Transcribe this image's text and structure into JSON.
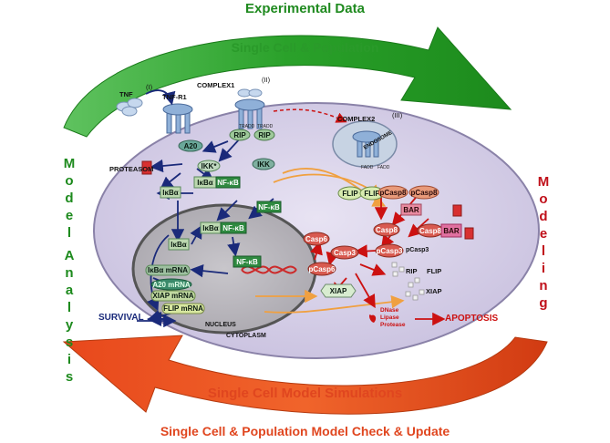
{
  "header": {
    "top": "Experimental Data",
    "sub": "Single Cell & Population"
  },
  "footer": {
    "sims": "Single Cell Model Simulations",
    "check": "Single Cell & Population Model Check & Update"
  },
  "side": {
    "left_words": [
      "Model",
      "Analysis"
    ],
    "right_word": "Modeling"
  },
  "diagram": {
    "roman": [
      "(I)",
      "(II)",
      "(III)"
    ],
    "tnf": "TNF",
    "tnfr1": "TNF-R1",
    "complex1": "COMPLEX1",
    "complex2": "COMPLEX2",
    "endosome": "ENDOSOME",
    "rip": "RIP",
    "tradd": "TRADD",
    "fadd": "FADD",
    "a20": "A20",
    "ikk_star": "IKK*",
    "ikk": "IKK",
    "proteasom": "PROTEASOM",
    "ikba": "IκBα",
    "ikba_nfkb": "IκBα-NF-κB",
    "nfkb": "NF-κB",
    "ikba_mrna": "IκBα mRNA",
    "a20_mrna": "A20 mRNA",
    "xiap_mrna": "XIAP mRNA",
    "flip_mrna": "FLIP mRNA",
    "nucleus": "NUCLEUS",
    "cytoplasm": "CYTOPLASM",
    "survival": "SURVIVAL",
    "flip": "FLIP",
    "pcasp8": "pCasp8",
    "casp8": "Casp8",
    "bar": "BAR",
    "casp8_bar": "Casp8",
    "pcasp3": "pCasp3",
    "casp3": "Casp3",
    "casp6": "Casp6",
    "pcasp6": "pCasp6",
    "xiap": "XIAP",
    "dnase": "DNase",
    "lipase": "Lipase",
    "protease": "Protease",
    "apoptosis": "APOPTOSIS"
  },
  "colors": {
    "green_arrow": "#2aa12a",
    "red_arrow": "#e8481c",
    "dark_red": "#b00000",
    "navy": "#1a2a7a",
    "cell_fill": "#d9d3ea",
    "nucleus_fill": "#b9b6bc"
  }
}
